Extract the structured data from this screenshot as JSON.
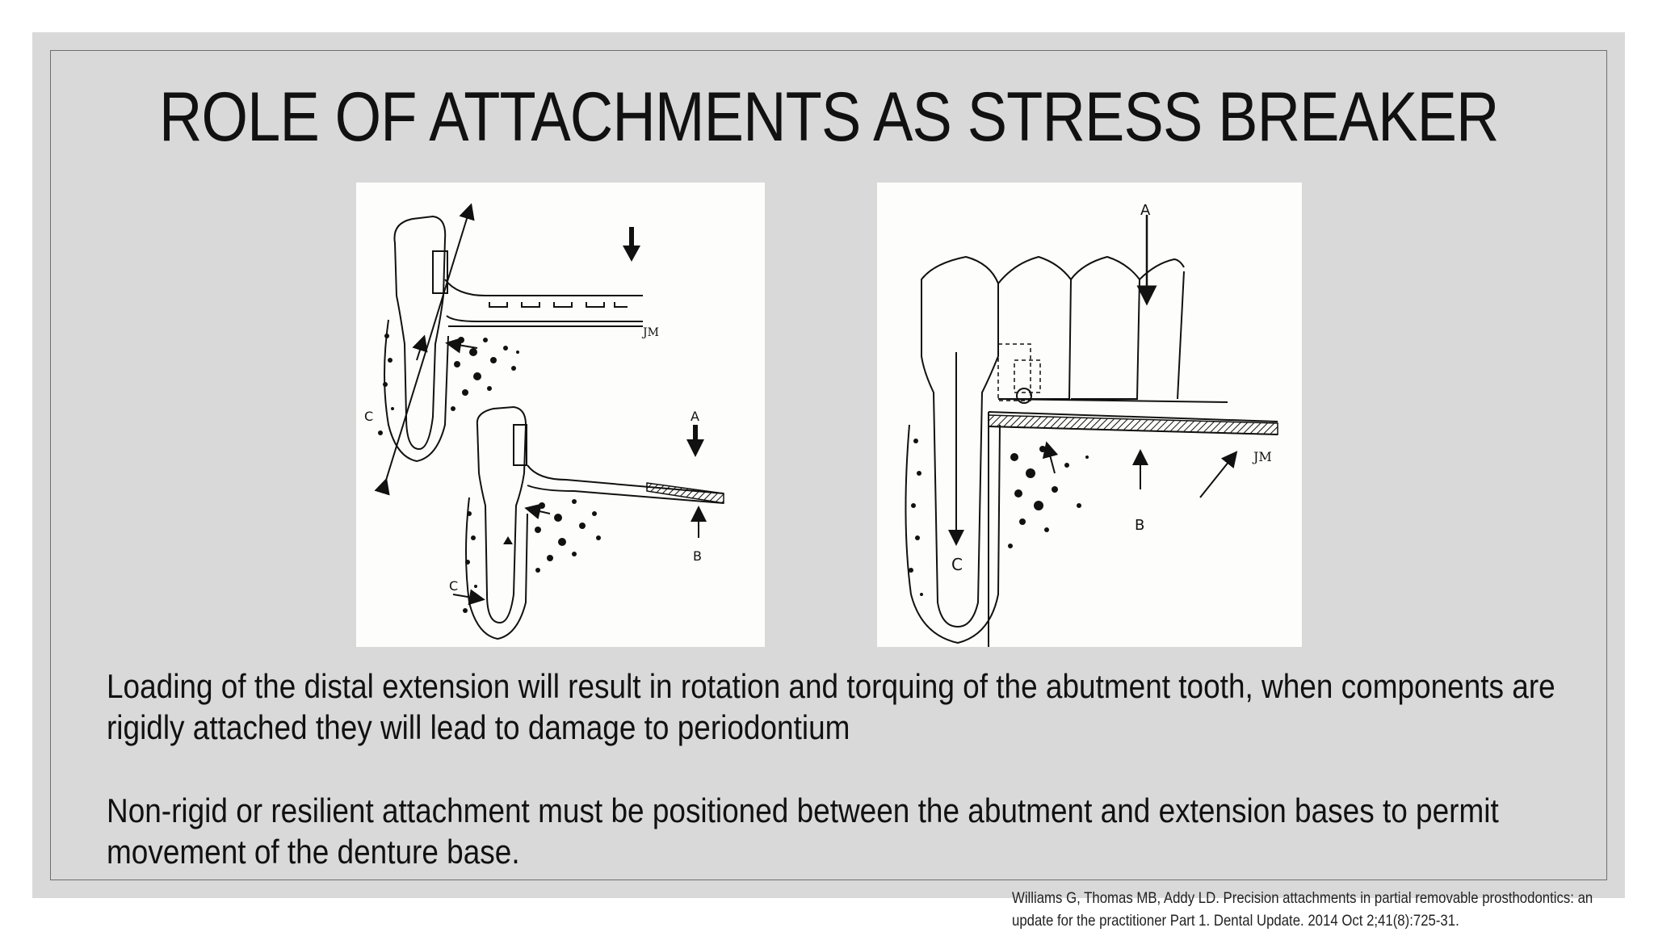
{
  "slide": {
    "title": "ROLE OF ATTACHMENTS AS STRESS BREAKER",
    "paragraphs": [
      "Loading of the distal extension will result in rotation and torquing of the abutment tooth, when components are rigidly attached they will lead to damage to periodontium",
      "Non-rigid or resilient attachment must be positioned between the abutment and extension bases to permit movement of the denture base."
    ],
    "citation": "Williams G, Thomas MB, Addy LD. Precision attachments in partial removable prosthodontics: an update for the practitioner Part 1. Dental Update. 2014 Oct 2;41(8):725-31."
  },
  "figures": {
    "rigid": {
      "labels": {
        "a": "A",
        "b": "B",
        "c_upper": "C",
        "c_lower": "C",
        "signature": "JM"
      }
    },
    "resilient": {
      "labels": {
        "a": "A",
        "b": "B",
        "c": "C",
        "signature": "JM"
      }
    }
  },
  "colors": {
    "background": "#d9d9d9",
    "text": "#111111",
    "frame": "#6e6e6e",
    "figure_bg": "#fdfdfb"
  }
}
